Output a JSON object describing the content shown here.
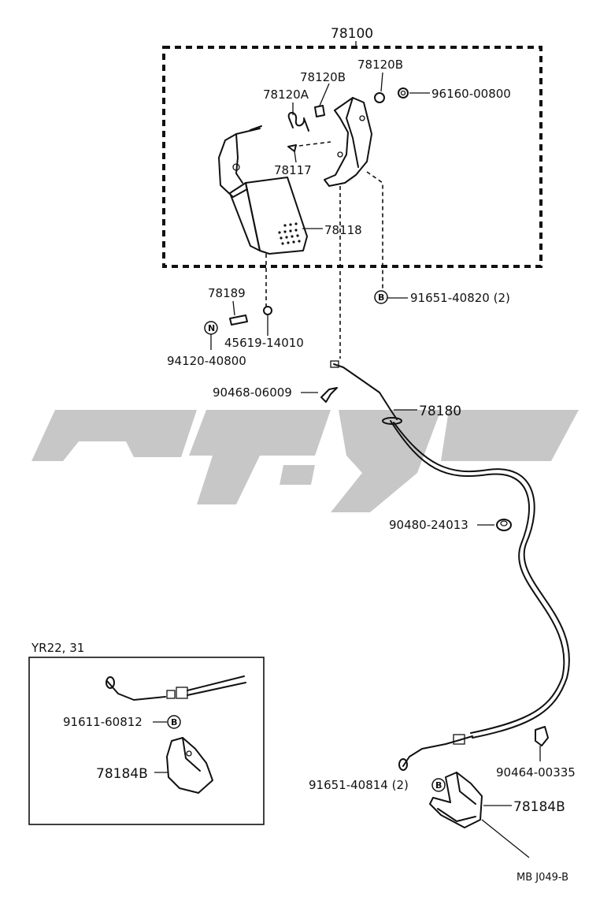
{
  "assembly_label": "78100",
  "parts": {
    "p78120B_a": "78120B",
    "p78120B_b": "78120B",
    "p78120A": "78120A",
    "p96160": "96160-00800",
    "p78117": "78117",
    "p78118": "78118",
    "p78189": "78189",
    "p45619": "45619-14010",
    "p94120": "94120-40800",
    "p91651_40820": "91651-40820 (2)",
    "p90468": "90468-06009",
    "p78180": "78180",
    "p90480": "90480-24013",
    "p90464": "90464-00335",
    "p91651_40814": "91651-40814 (2)",
    "p78184B": "78184B"
  },
  "badges": {
    "B": "B",
    "N": "N"
  },
  "inset": {
    "title": "YR22, 31",
    "p91611": "91611-60812",
    "p78184B": "78184B"
  },
  "footer_code": "MB J049-B",
  "colors": {
    "line": "#111111",
    "watermark": "#bdbdbd"
  }
}
